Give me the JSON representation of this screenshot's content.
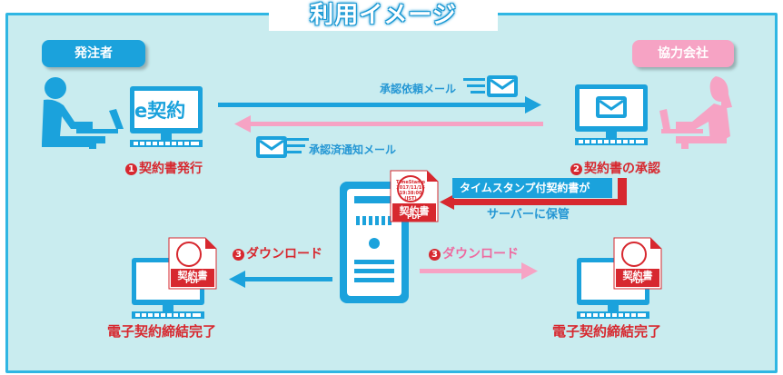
{
  "title": "利用イメージ",
  "actors": {
    "issuer": "発注者",
    "partner": "協力会社"
  },
  "logo_text": "e契約",
  "arrows": {
    "request_mail": "承認依頼メール",
    "approved_mail": "承認済通知メール",
    "timestamp_line1": "タイムスタンプ付契約書が",
    "timestamp_line2": "サーバーに保管"
  },
  "steps": {
    "step1_num": "1",
    "step1": "契約書発行",
    "step2_num": "2",
    "step2": "契約書の承認",
    "step3_num": "3",
    "download": "ダウンロード"
  },
  "results": {
    "left": "電子契約締結完了",
    "right": "電子契約締結完了"
  },
  "document": {
    "stamp_label": "TimeStamp",
    "stamp_date": "2017/11/16",
    "stamp_time": "19:38:00",
    "stamp_zone": "(JST)",
    "doc_label": "契約書",
    "doc_type": "PDF"
  },
  "colors": {
    "blue": "#1ba2dc",
    "pink": "#f6a3c4",
    "red": "#d7282f",
    "background": "#c9ecef"
  }
}
